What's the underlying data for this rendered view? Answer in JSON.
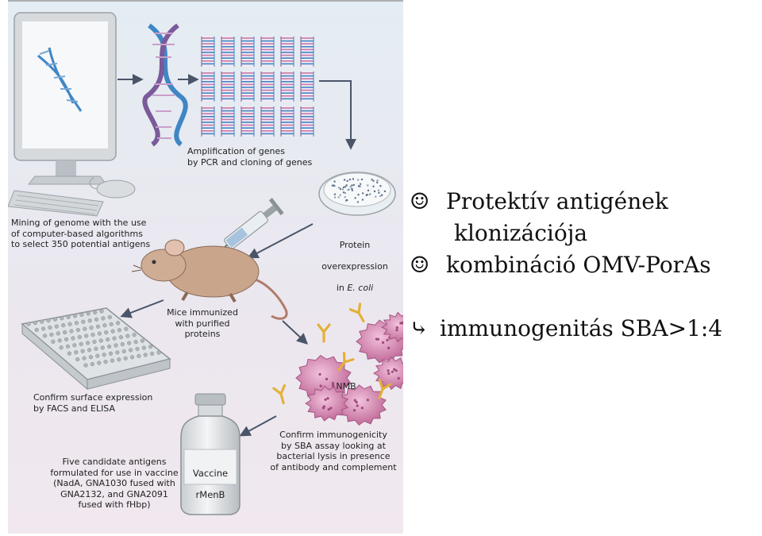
{
  "figure": {
    "labels": {
      "mining": "Mining of genome with the use\nof computer-based algorithms\nto select 350 potential antigens",
      "amplification": "Amplification of genes\nby PCR and cloning of genes",
      "protein_line1": "Protein",
      "protein_line2": "overexpression",
      "protein_in": "in ",
      "protein_ecoli": "E. coli",
      "mice": "Mice immunized\nwith purified\nproteins",
      "confirm_surface": "Confirm surface expression\nby FACS and ELISA",
      "nmb": "NMB",
      "confirm_immuno": "Confirm immunogenicity\nby SBA assay looking at\nbacterial lysis in presence\nof antibody and complement",
      "five_candidate": "Five candidate antigens\nformulated for use in vaccine\n(NadA, GNA1030 fused with\nGNA2132, and GNA2091\nfused with fHbp)",
      "vial_line1": "Vaccine",
      "vial_line2": "rMenB"
    }
  },
  "bullets": [
    {
      "symbol": "☺",
      "line1": "Protektív antigének",
      "line2": "klonizációja"
    },
    {
      "symbol": "☺",
      "line1": "kombináció OMV-PorAs"
    },
    {
      "symbol": "⤷",
      "line1": "immunogenitás SBA>1:4"
    }
  ],
  "colors": {
    "panel_top": "#e6eef3",
    "panel_bottom": "#efe8ef",
    "dna_blue": "#3f86c5",
    "dna_purple": "#7a5a9a",
    "bacteria": "#c8709f",
    "antibody": "#e3b13a",
    "arrow": "#4a5568"
  }
}
